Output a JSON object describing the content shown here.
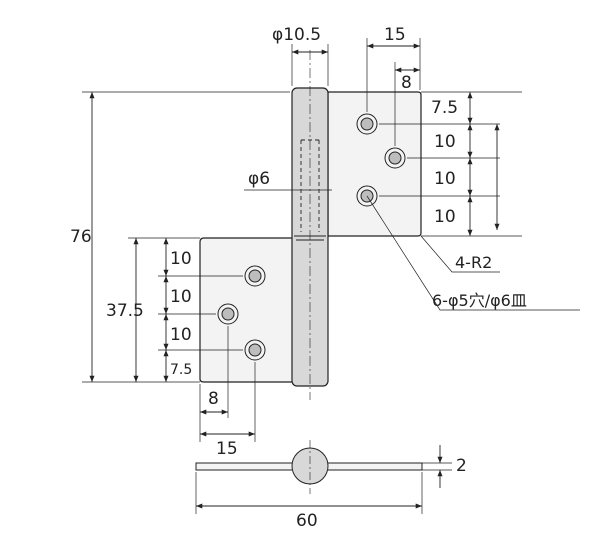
{
  "colors": {
    "line": "#222222",
    "plate": "#f3f3f3",
    "pin": "#d8d8d8",
    "hole": "#bdbdbd"
  },
  "dimensions": {
    "pin_diameter": "φ10.5",
    "top_hole_pitch_x": "15",
    "top_hole_offset_x": "8",
    "top_edge_to_hole": "7.5",
    "top_pitch_1": "10",
    "top_pitch_2": "10",
    "top_pitch_3": "10",
    "shaft_diameter": "φ6",
    "overall_height": "76",
    "lower_leaf_height": "37.5",
    "bottom_pitch_1": "10",
    "bottom_pitch_2": "10",
    "bottom_pitch_3": "10",
    "bottom_edge_to_hole": "7.5",
    "bottom_hole_offset_x": "8",
    "bottom_hole_pitch_x": "15",
    "thickness": "2",
    "overall_width": "60"
  },
  "notes": {
    "corner_radius": "4-R2",
    "holes": "6-φ5穴/φ6皿"
  }
}
